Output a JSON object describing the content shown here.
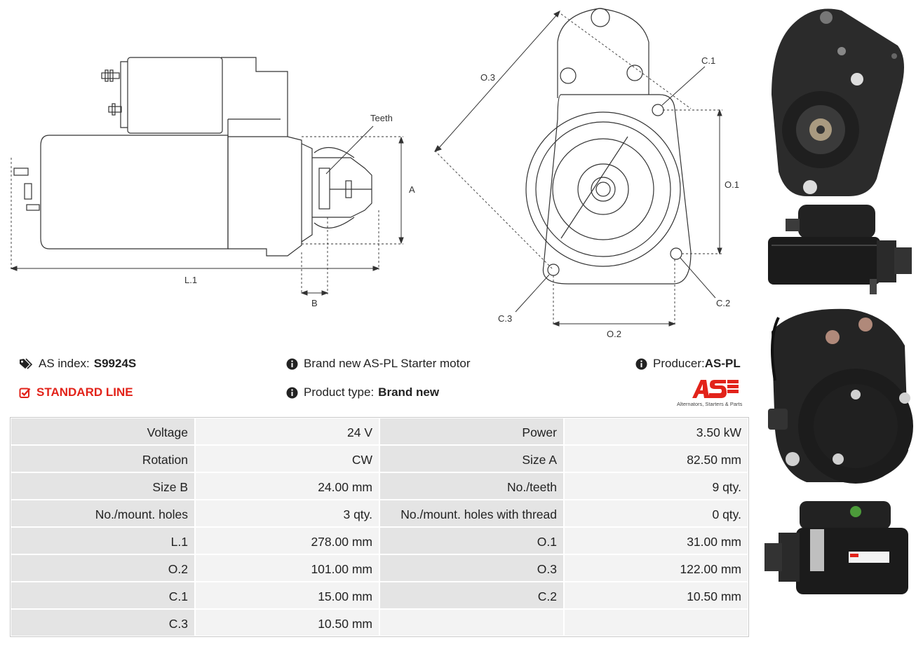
{
  "drawing": {
    "side": {
      "teeth": "Teeth",
      "a": "A",
      "b": "B",
      "l1": "L.1"
    },
    "front": {
      "o1": "O.1",
      "o2": "O.2",
      "o3": "O.3",
      "c1": "C.1",
      "c2": "C.2",
      "c3": "C.3"
    }
  },
  "info": {
    "as_index_label": "AS index:",
    "as_index_value": "S9924S",
    "standard_line": "STANDARD LINE",
    "description": "Brand new AS-PL Starter motor",
    "product_type_label": "Product type:",
    "product_type_value": "Brand new",
    "producer_label": "Producer:",
    "producer_value": "AS-PL",
    "logo_tagline": "Alternators, Starters & Parts"
  },
  "specs": [
    [
      "Voltage",
      "24 V",
      "Power",
      "3.50 kW"
    ],
    [
      "Rotation",
      "CW",
      "Size A",
      "82.50 mm"
    ],
    [
      "Size B",
      "24.00 mm",
      "No./teeth",
      "9 qty."
    ],
    [
      "No./mount. holes",
      "3 qty.",
      "No./mount. holes with thread",
      "0 qty."
    ],
    [
      "L.1",
      "278.00 mm",
      "O.1",
      "31.00 mm"
    ],
    [
      "O.2",
      "101.00 mm",
      "O.3",
      "122.00 mm"
    ],
    [
      "C.1",
      "15.00 mm",
      "C.2",
      "10.50 mm"
    ],
    [
      "C.3",
      "10.50 mm",
      "",
      ""
    ]
  ],
  "icons": {
    "tag": "tag-icon",
    "check": "check-square-icon",
    "info": "info-circle-icon"
  },
  "colors": {
    "accent": "#e2231a",
    "label_bg": "#e4e4e4",
    "value_bg": "#f3f3f3"
  }
}
